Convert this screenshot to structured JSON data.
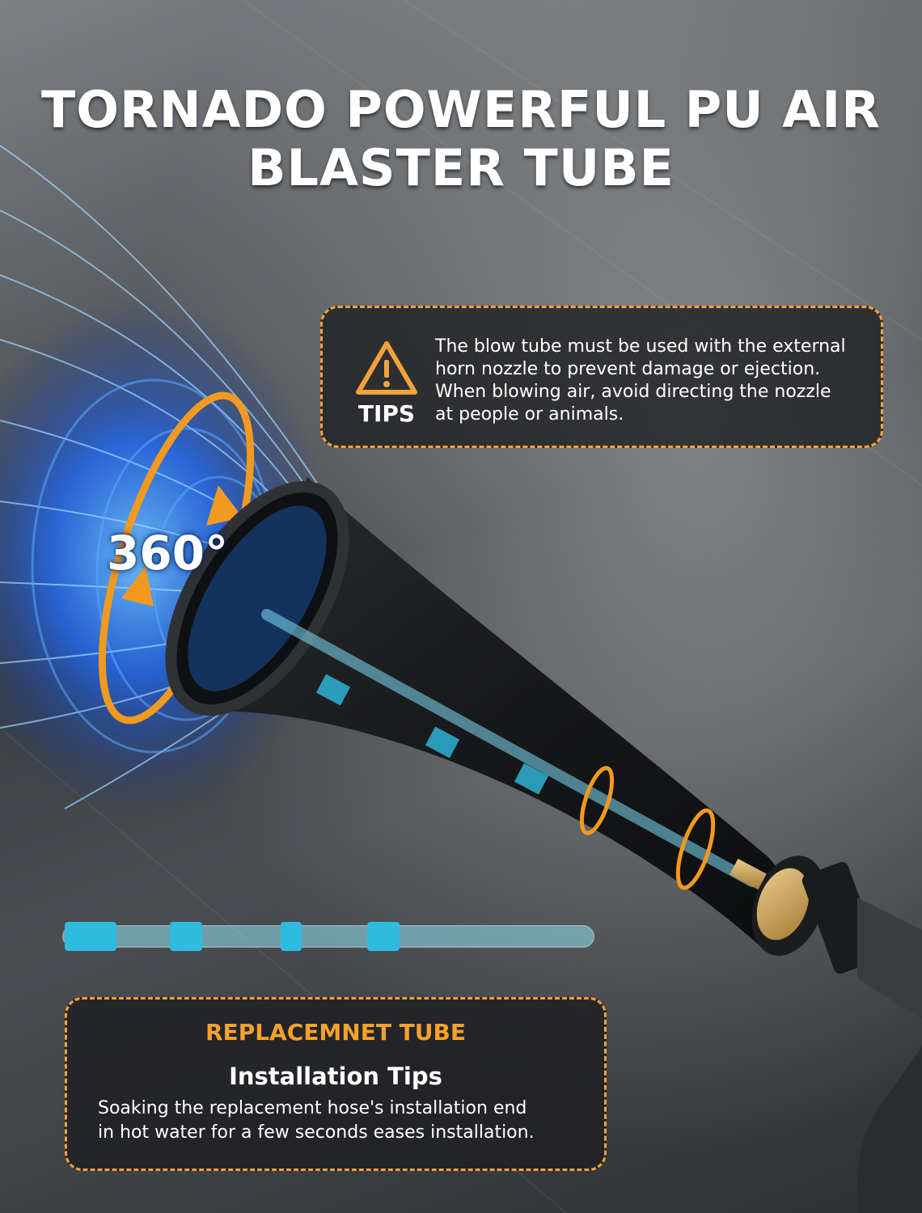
{
  "title": {
    "line1": "TORNADO POWERFUL PU AIR",
    "line2": "BLASTER TUBE"
  },
  "tips_panel": {
    "icon": "warning-triangle-icon",
    "label": "TIPS",
    "lines": [
      "The blow tube must be used with the external",
      "horn nozzle to prevent damage or ejection.",
      "When blowing air, avoid directing the nozzle",
      "at people or animals."
    ]
  },
  "rotation_label": "360°",
  "replacement_panel": {
    "title": "REPLACEMNET TUBE",
    "subtitle": "Installation Tips",
    "lines": [
      "Soaking the replacement hose's installation end",
      "in hot water for a few seconds eases installation."
    ]
  },
  "colors": {
    "accent_orange": "#f2a23a",
    "air_blue": "#1e6cff",
    "tube_cyan": "#5fd0f0",
    "text_white": "#ffffff"
  }
}
